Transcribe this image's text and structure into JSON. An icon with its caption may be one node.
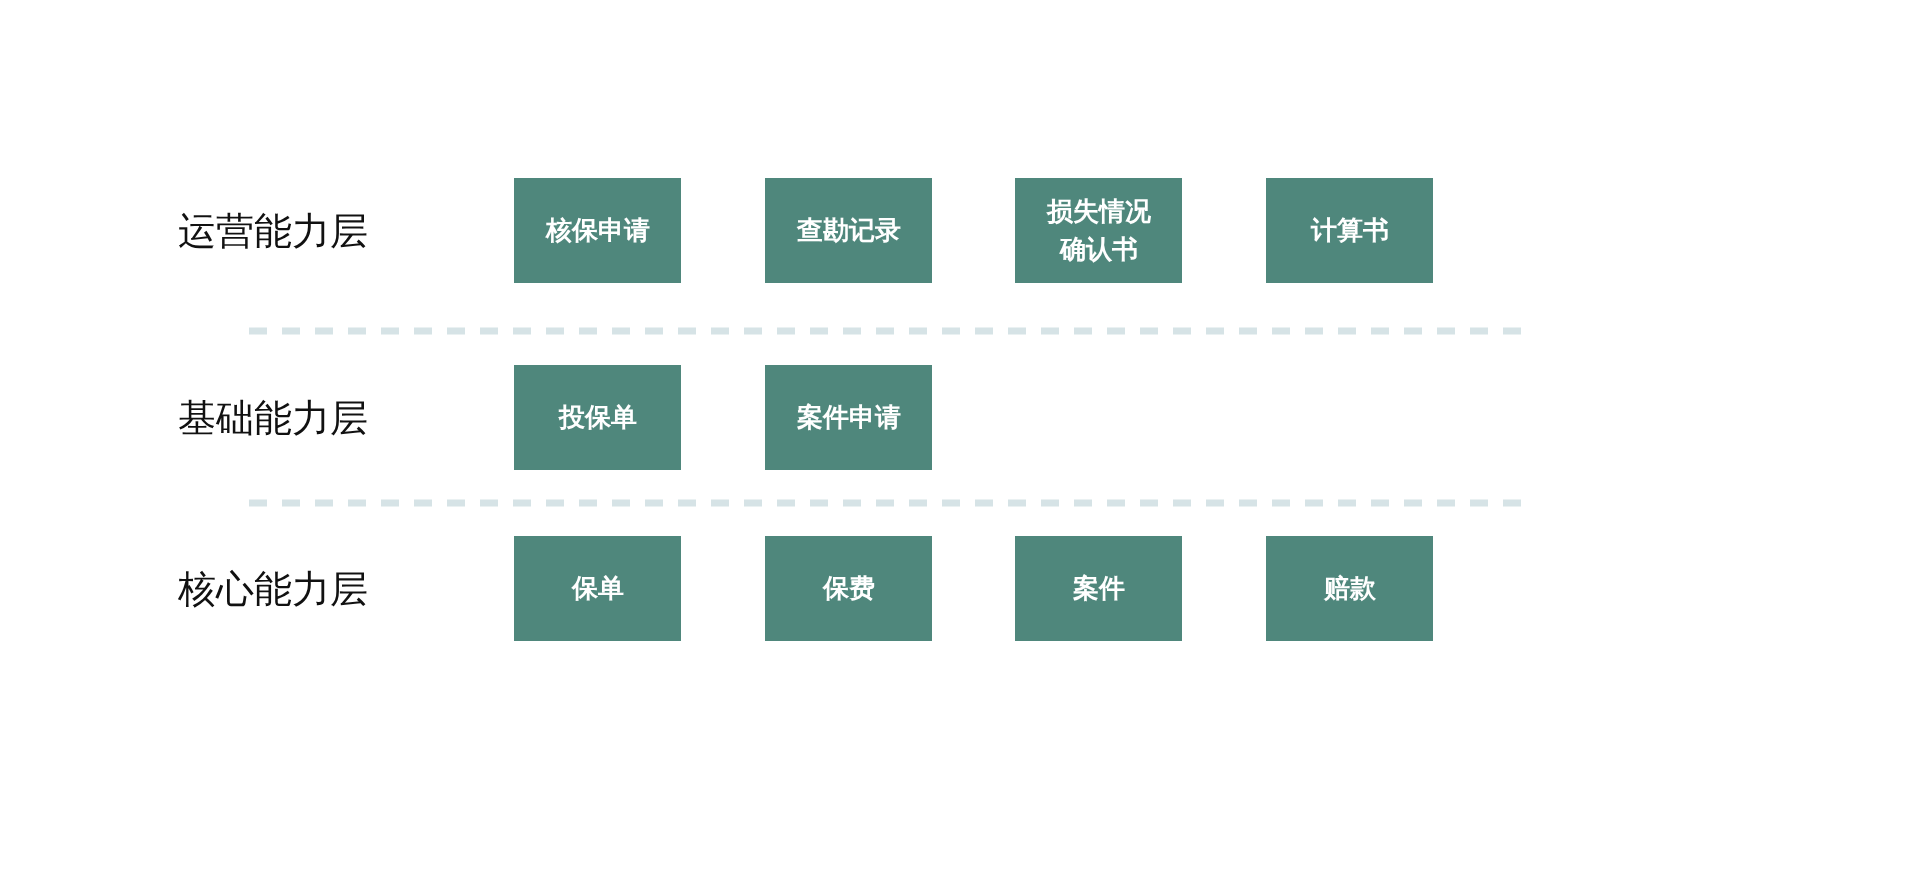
{
  "diagram": {
    "nodes": [
      {
        "text": [
          "核保申请"
        ]
      },
      {
        "text": [
          "查勘记录"
        ]
      },
      {
        "text": [
          "损失情况确认书"
        ]
      },
      {
        "text": [
          "计算书"
        ]
      },
      {
        "text": [
          "投保单"
        ]
      },
      {
        "text": [
          "案件申请"
        ]
      },
      {
        "text": [
          "保单"
        ]
      },
      {
        "text": [
          "保费"
        ]
      },
      {
        "text": [
          "案件"
        ]
      },
      {
        "text": [
          "赔款"
        ]
      }
    ],
    "edges": [],
    "labels": [
      "运营能力层",
      "基础能力层",
      "核心能力层"
    ]
  }
}
